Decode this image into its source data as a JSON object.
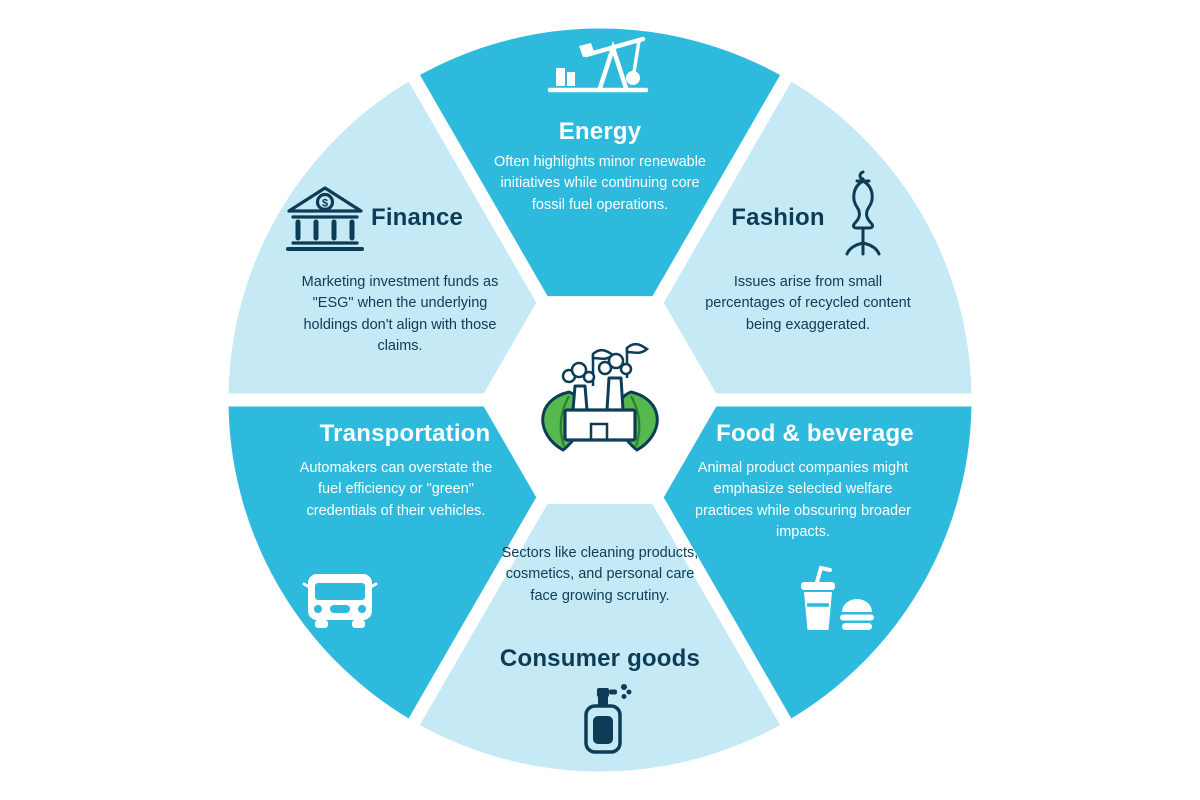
{
  "colors": {
    "segment_dark": "#2EBADD",
    "segment_light": "#C5E9F5",
    "text_navy": "#0D3D56",
    "text_white": "#FFFFFF",
    "leaf_green": "#55B94D"
  },
  "center": {
    "icon": "eco-factory-icon"
  },
  "segments": {
    "energy": {
      "title": "Energy",
      "description": "Often highlights minor renewable initiatives while continuing core fossil fuel operations.",
      "icon": "oil-pump-icon"
    },
    "fashion": {
      "title": "Fashion",
      "description": "Issues arise from small percentages of recycled content being exaggerated.",
      "icon": "mannequin-icon"
    },
    "food_beverage": {
      "title": "Food & beverage",
      "description": "Animal product companies might emphasize selected welfare practices while obscuring broader impacts.",
      "icon": "fast-food-icon"
    },
    "consumer_goods": {
      "title": "Consumer goods",
      "description": "Sectors like cleaning products, cosmetics, and personal care face growing scrutiny.",
      "icon": "perfume-bottle-icon"
    },
    "transportation": {
      "title": "Transportation",
      "description": "Automakers can overstate the fuel efficiency or \"green\" credentials of their vehicles.",
      "icon": "bus-icon"
    },
    "finance": {
      "title": "Finance",
      "description": "Marketing investment funds as \"ESG\" when the underlying holdings don't align with those claims.",
      "icon_symbol": "$",
      "icon": "bank-icon"
    }
  }
}
